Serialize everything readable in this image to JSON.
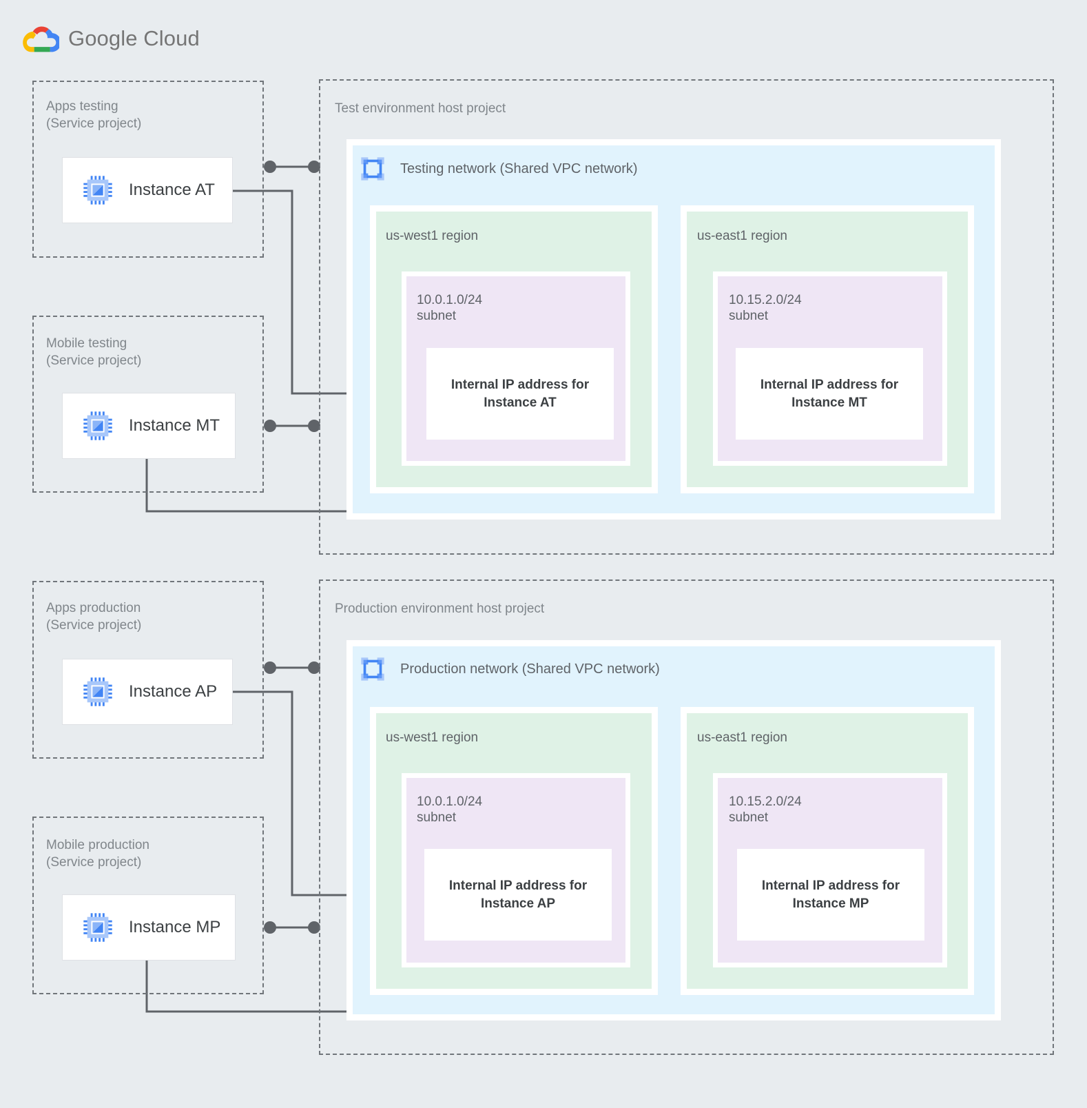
{
  "brand": {
    "name_bold": "Google",
    "name_light": " Cloud",
    "logo_icon": "google-cloud-logo",
    "colors": {
      "red": "#ea4335",
      "blue": "#4285f4",
      "yellow": "#fbbc04",
      "green": "#34a853"
    }
  },
  "theme": {
    "page_bg": "#e8ecef",
    "dashed_border": "#70757a",
    "network_bg": "#e1f3fd",
    "region_bg": "#dff2e6",
    "subnet_bg": "#efe6f5",
    "card_bg": "#ffffff",
    "connector": "#5f6368",
    "label_text": "#80868b",
    "icon_blue": "#4285f4"
  },
  "service_projects": [
    {
      "id": "apps-testing",
      "label": "Apps testing\n(Service project)",
      "instance": {
        "name": "Instance AT",
        "icon": "vm-instance-icon"
      }
    },
    {
      "id": "mobile-testing",
      "label": "Mobile testing\n(Service project)",
      "instance": {
        "name": "Instance MT",
        "icon": "vm-instance-icon"
      }
    },
    {
      "id": "apps-production",
      "label": "Apps production\n(Service project)",
      "instance": {
        "name": "Instance AP",
        "icon": "vm-instance-icon"
      }
    },
    {
      "id": "mobile-production",
      "label": "Mobile production\n(Service project)",
      "instance": {
        "name": "Instance MP",
        "icon": "vm-instance-icon"
      }
    }
  ],
  "host_projects": [
    {
      "id": "test-env",
      "label": "Test environment host project",
      "network": {
        "title": "Testing network (Shared VPC network)",
        "icon": "vpc-network-icon"
      },
      "regions": [
        {
          "name": "us-west1 region",
          "subnet": "10.0.1.0/24\nsubnet",
          "ip_card": "Internal IP address for\nInstance AT"
        },
        {
          "name": "us-east1 region",
          "subnet": "10.15.2.0/24\nsubnet",
          "ip_card": "Internal IP address for\nInstance MT"
        }
      ]
    },
    {
      "id": "prod-env",
      "label": "Production environment host project",
      "network": {
        "title": "Production network (Shared VPC network)",
        "icon": "vpc-network-icon"
      },
      "regions": [
        {
          "name": "us-west1 region",
          "subnet": "10.0.1.0/24\nsubnet",
          "ip_card": "Internal IP address for\nInstance AP"
        },
        {
          "name": "us-east1 region",
          "subnet": "10.15.2.0/24\nsubnet",
          "ip_card": "Internal IP address for\nInstance MP"
        }
      ]
    }
  ]
}
